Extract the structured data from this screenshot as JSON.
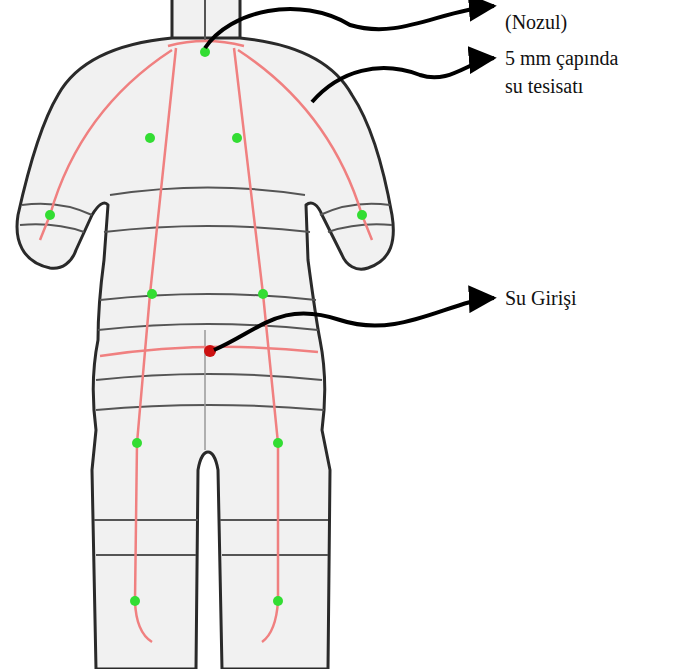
{
  "diagram": {
    "labels": [
      "(Nozul)",
      "5 mm çapında su tesisatı",
      "Su Girişi"
    ]
  }
}
